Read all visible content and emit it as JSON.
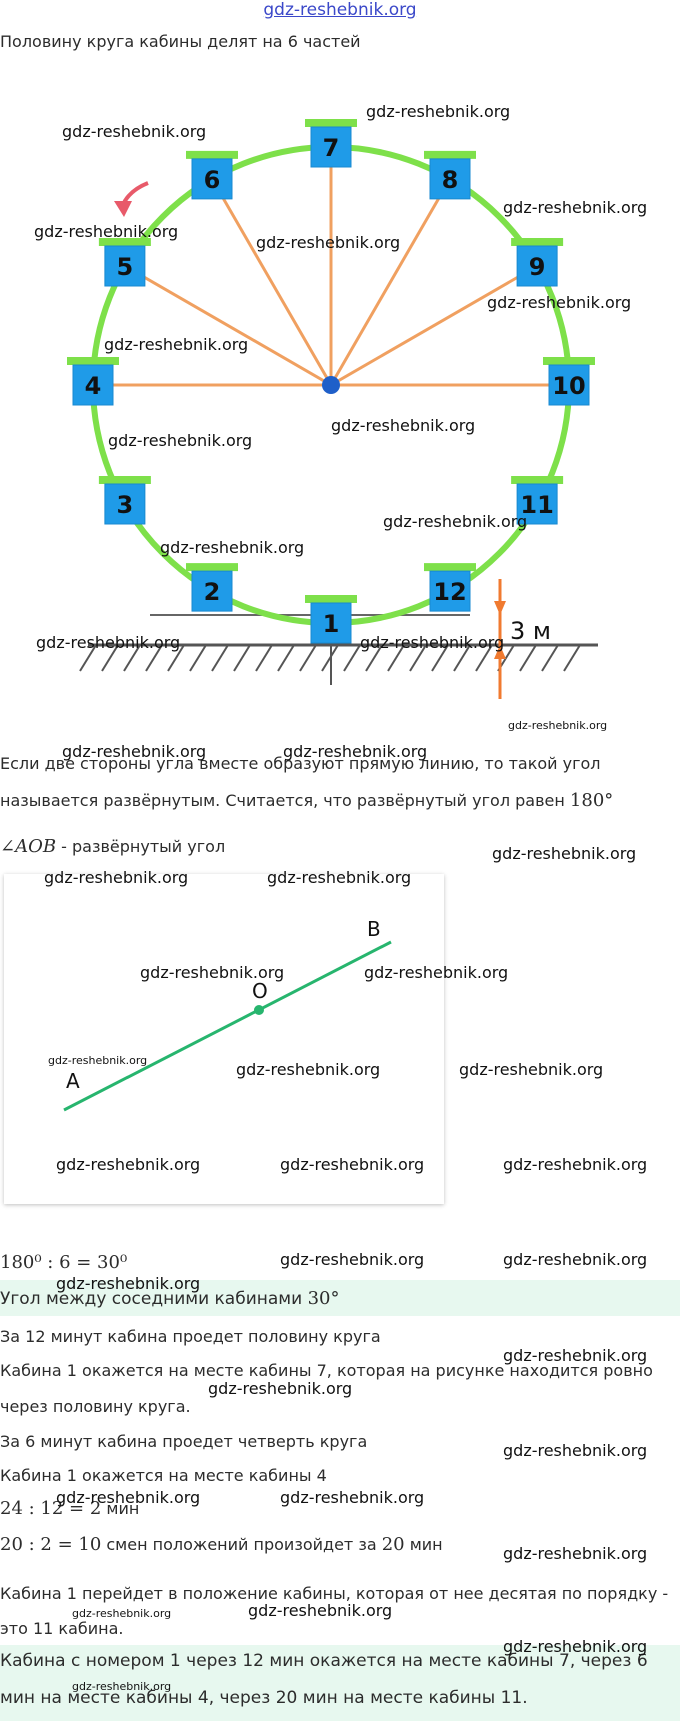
{
  "site_link": "gdz-reshebnik.org",
  "intro": "Половину круга кабины делят на 6 частей",
  "wheel": {
    "cabins": [
      "1",
      "2",
      "3",
      "4",
      "5",
      "6",
      "7",
      "8",
      "9",
      "10",
      "11",
      "12"
    ],
    "height_label": "3 м",
    "colors": {
      "rim": "#7ee04a",
      "cabin": "#1f9be8",
      "roof": "#7ee04a",
      "spoke": "#f0a060",
      "hub": "#1f5fc9",
      "arrow": "#e85a6a",
      "measure": "#f07a30"
    }
  },
  "definition": {
    "line1": "Если две стороны угла вместе образуют прямую линию, то такой угол",
    "line2_text": "называется развёрнутым. Считается, что развёрнутый угол равен ",
    "line2_math": "180°",
    "aob_math": "∠AOB",
    "aob_text": " - развёрнутый угол"
  },
  "angle_figure": {
    "point_a": "A",
    "point_o": "O",
    "point_b": "B",
    "line_color": "#27b56e"
  },
  "solution": {
    "calc1": "180⁰ : 6 = 30⁰",
    "result1_text": "Угол между соседними кабинами ",
    "result1_math": "30°",
    "p1": "За 12 минут кабина проедет половину круга",
    "p2a": "Кабина 1 окажется на месте кабины 7, которая на рисунке находится ровно",
    "p2b": "через половину круга.",
    "p3": "За 6 минут кабина проедет четверть круга",
    "p4": "Кабина 1 окажется на месте кабины 4",
    "calc2_math": "24 : 12 = 2",
    "calc2_unit": " мин",
    "calc3_math": "20 : 2 = 10",
    "calc3_text": " смен положений произойдет за ",
    "calc3_math2": "20",
    "calc3_unit": " мин",
    "p5a": "Кабина 1 перейдет в положение кабины, которая от нее десятая по порядку -",
    "p5b": "это 11 кабина.",
    "final_a": "Кабина с номером 1 через 12 мин окажется на месте кабины 7, через 6",
    "final_b": "мин на месте кабины 4, через 20 мин на месте кабины 11."
  },
  "watermark": "gdz-reshebnik.org"
}
